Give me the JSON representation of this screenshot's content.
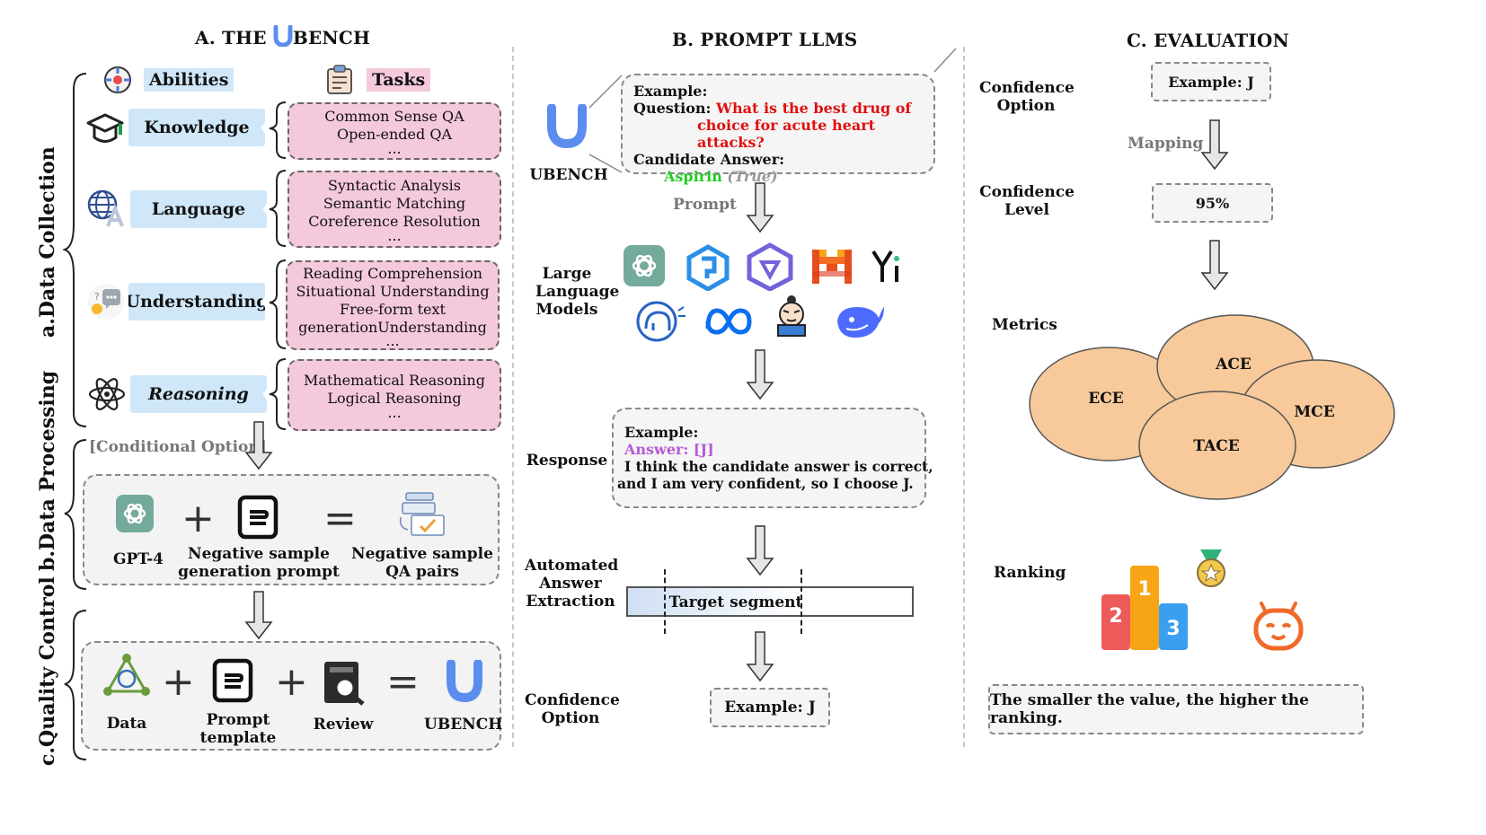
{
  "headers": {
    "a_prefix": "A. THE",
    "a_suffix": "BENCH",
    "b": "B. PROMPT LLMS",
    "c": "C. EVALUATION"
  },
  "stages": {
    "data_collection": "a.Data Collection",
    "data_processing": "b.Data Processing",
    "quality_control": "c.Quality Control"
  },
  "columns": {
    "abilities": "Abilities",
    "tasks": "Tasks"
  },
  "abilities": [
    "Knowledge",
    "Language",
    "Understanding",
    "Reasoning"
  ],
  "tasks": [
    [
      "Common Sense QA",
      "Open-ended QA",
      "..."
    ],
    [
      "Syntactic Analysis",
      "Semantic Matching",
      "Coreference Resolution",
      "..."
    ],
    [
      "Reading Comprehension",
      "Situational Understanding",
      "Free-form text",
      "generationUnderstanding",
      "..."
    ],
    [
      "Mathematical Reasoning",
      "Logical Reasoning",
      "..."
    ]
  ],
  "conditional_option": "[Conditional Option]",
  "processing": {
    "gpt4": "GPT-4",
    "plus": "+",
    "equals": "=",
    "prompt_line1": "Negative sample",
    "prompt_line2": "generation prompt",
    "pairs_line1": "Negative sample",
    "pairs_line2": "QA pairs"
  },
  "quality": {
    "data": "Data",
    "prompt_line1": "Prompt",
    "prompt_line2": "template",
    "review": "Review",
    "ubench": "UBENCH"
  },
  "prompt_llms": {
    "ubench_label": "UBENCH",
    "example_title": "Example:",
    "question_label": "Question:",
    "question_line1": "What is the best drug of",
    "question_line2": "choice for acute heart attacks?",
    "candidate_label": "Candidate Answer:",
    "candidate_answer": "Aspirin",
    "candidate_truth": "(True)",
    "prompt_label": "Prompt",
    "llm_line1": "Large",
    "llm_line2": "Language",
    "llm_line3": "Models",
    "response_label": "Response",
    "response_example": "Example:",
    "response_answer": "Answer: [J]",
    "response_line1": "I think the candidate answer is correct,",
    "response_line2": "and I am very confident, so I choose J.",
    "extraction_line1": "Automated",
    "extraction_line2": "Answer",
    "extraction_line3": "Extraction",
    "target_segment": "Target segment",
    "conf_option_line1": "Confidence",
    "conf_option_line2": "Option",
    "conf_example": "Example: J"
  },
  "evaluation": {
    "conf_option_line1": "Confidence",
    "conf_option_line2": "Option",
    "example": "Example: J",
    "mapping": "Mapping",
    "conf_level_line1": "Confidence",
    "conf_level_line2": "Level",
    "level_value": "95%",
    "metrics_label": "Metrics",
    "metrics": [
      "ECE",
      "ACE",
      "MCE",
      "TACE"
    ],
    "ranking_label": "Ranking",
    "podium": [
      "2",
      "1",
      "3"
    ],
    "note": "The smaller the value, the higher the ranking."
  },
  "colors": {
    "ability_bg": "#cfe7f8",
    "task_bg": "#f4c9dc",
    "ellipse": "#f8c99a",
    "question_red": "#e01010",
    "answer_green": "#22cc22",
    "answer_purple": "#b65ad6",
    "ubench_blue": "#5b8def"
  }
}
